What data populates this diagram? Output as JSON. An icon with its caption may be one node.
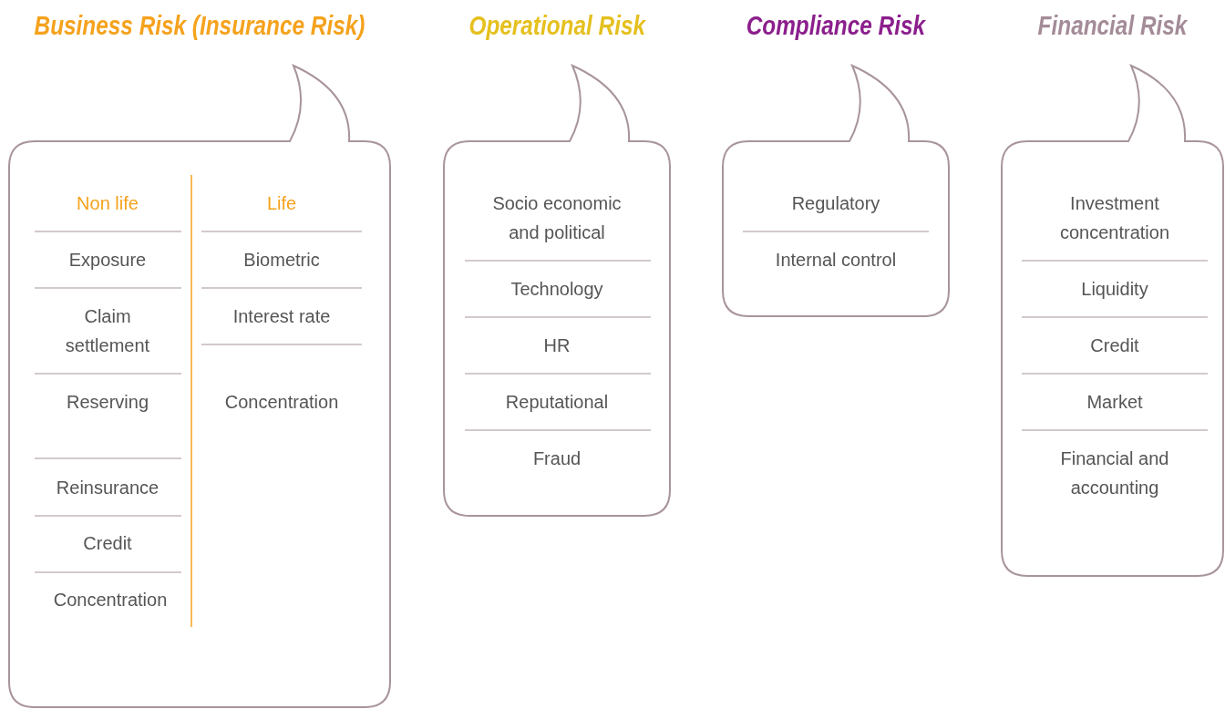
{
  "diagram": {
    "nodes": [
      {
        "text": [
          "Business Risk (Insurance Risk)",
          "Non life",
          "Exposure",
          "Claim settlement",
          "Reserving",
          "Reinsurance",
          "Credit",
          "Concentration",
          "Life",
          "Biometric",
          "Interest rate",
          "Concentration"
        ]
      },
      {
        "text": [
          "Operational Risk",
          "Socio economic and political",
          "Technology",
          "HR",
          "Reputational",
          "Fraud"
        ]
      },
      {
        "text": [
          "Compliance Risk",
          "Regulatory",
          "Internal control"
        ]
      },
      {
        "text": [
          "Financial Risk",
          "Investment concentration",
          "Liquidity",
          "Credit",
          "Market",
          "Financial and accounting"
        ]
      }
    ],
    "edges": []
  }
}
